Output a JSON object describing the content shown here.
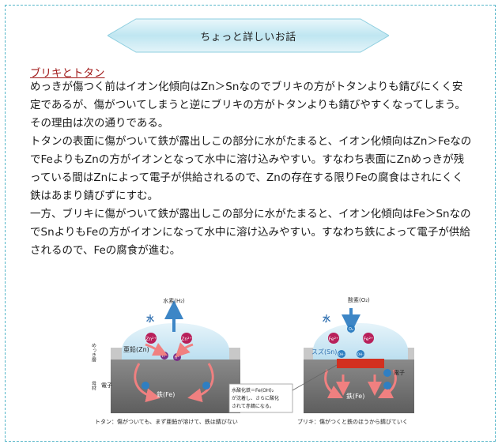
{
  "banner": {
    "title": "ちょっと詳しいお話"
  },
  "section": {
    "heading": "ブリキとトタン",
    "paragraphs": [
      "めっきが傷つく前はイオン化傾向はZn＞Snなのでブリキの方がトタンよりも錆びにくく安定であるが、傷がついてしまうと逆にブリキの方がトタンよりも錆びやすくなってしまう。その理由は次の通りである。",
      "トタンの表面に傷がついて鉄が露出しこの部分に水がたまると、イオン化傾向はZn＞FeなのでFeよりもZnの方がイオンとなって水中に溶け込みやすい。すなわち表面にZnめっきが残っている間はZnによって電子が供給されるので、Znの存在する限りFeの腐食はされにくく鉄はあまり錆びずにすむ。",
      "一方、ブリキに傷がついて鉄が露出しこの部分に水がたまると、イオン化傾向はFe＞SnなのでSnよりもFeの方がイオンになって水中に溶け込みやすい。すなわち鉄によって電子が供給されるので、Feの腐食が進む。"
    ]
  },
  "figure": {
    "left": {
      "hydrogen": "水素(H₂)",
      "water": "水",
      "zinc": "亜鉛(Zn)",
      "plating_layer": "めっき層",
      "base_material": "母材",
      "electron": "電子",
      "iron": "鉄(Fe)",
      "zn_ion": "Zn²⁺",
      "h_ion": "H⁺",
      "caption": "トタン：傷がついても、まず亜鉛が溶けて、鉄は錆びない"
    },
    "right": {
      "oxygen": "酸素(O₂)",
      "water": "水",
      "tin": "スズ(Sn)",
      "o2_label": "O₂",
      "fe_ion": "Fe²⁺",
      "oh_ion": "OH⁻",
      "electron": "電子",
      "iron": "鉄(Fe)",
      "note_line1": "水酸化鉄＝Fe(OH)₂",
      "note_line2": "が沈着し、さらに酸化",
      "note_line3": "されて赤錆になる。",
      "caption": "ブリキ：傷がつくと鉄のほうから錆びていく"
    }
  },
  "colors": {
    "frame": "#55b6c9",
    "heading": "#a01919",
    "water": "#cfe9f3",
    "zn_ion": "#b8205a",
    "fe_ion": "#b8205a",
    "electron": "#2f7fc2",
    "arrow": "#f08080",
    "rust": "#d23020"
  }
}
